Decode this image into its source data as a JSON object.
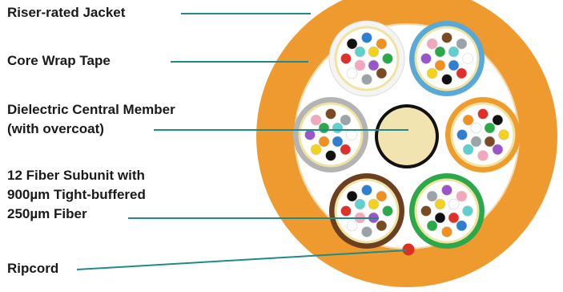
{
  "labels": {
    "jacket": "Riser-rated Jacket",
    "core_wrap": "Core Wrap Tape",
    "central_member": [
      "Dielectric Central Member",
      "(with overcoat)"
    ],
    "subunit": [
      "12 Fiber Subunit with",
      "900µm Tight-buffered",
      "250µm Fiber"
    ],
    "ripcord": "Ripcord"
  },
  "colors": {
    "jacket": "#ee9a2e",
    "leader_line": "#1f8a8a",
    "central_member_fill": "#f2e4b0",
    "central_member_ring": "#111111",
    "ripcord": "#d9331f"
  },
  "subunits": [
    {
      "name": "white",
      "ring": "#f4f4f4"
    },
    {
      "name": "blue",
      "ring": "#58a8d8"
    },
    {
      "name": "orange",
      "ring": "#ef9c2c"
    },
    {
      "name": "green",
      "ring": "#2aa84a"
    },
    {
      "name": "brown",
      "ring": "#6b3f1f"
    },
    {
      "name": "gray",
      "ring": "#b4b4b4"
    }
  ],
  "fiber_colors": [
    "blue",
    "orange",
    "green",
    "brown",
    "slate",
    "white",
    "red",
    "black",
    "yellow",
    "violet",
    "rose",
    "aqua"
  ],
  "fiber_color_hex": {
    "blue": "#2e7fd0",
    "orange": "#f0901e",
    "green": "#2aa84a",
    "brown": "#7a4a22",
    "slate": "#9aa3a8",
    "white": "#ffffff",
    "red": "#e0302a",
    "black": "#111111",
    "yellow": "#f2d21c",
    "violet": "#9a55c8",
    "rose": "#f3a7bd",
    "aqua": "#5fd0cc"
  }
}
